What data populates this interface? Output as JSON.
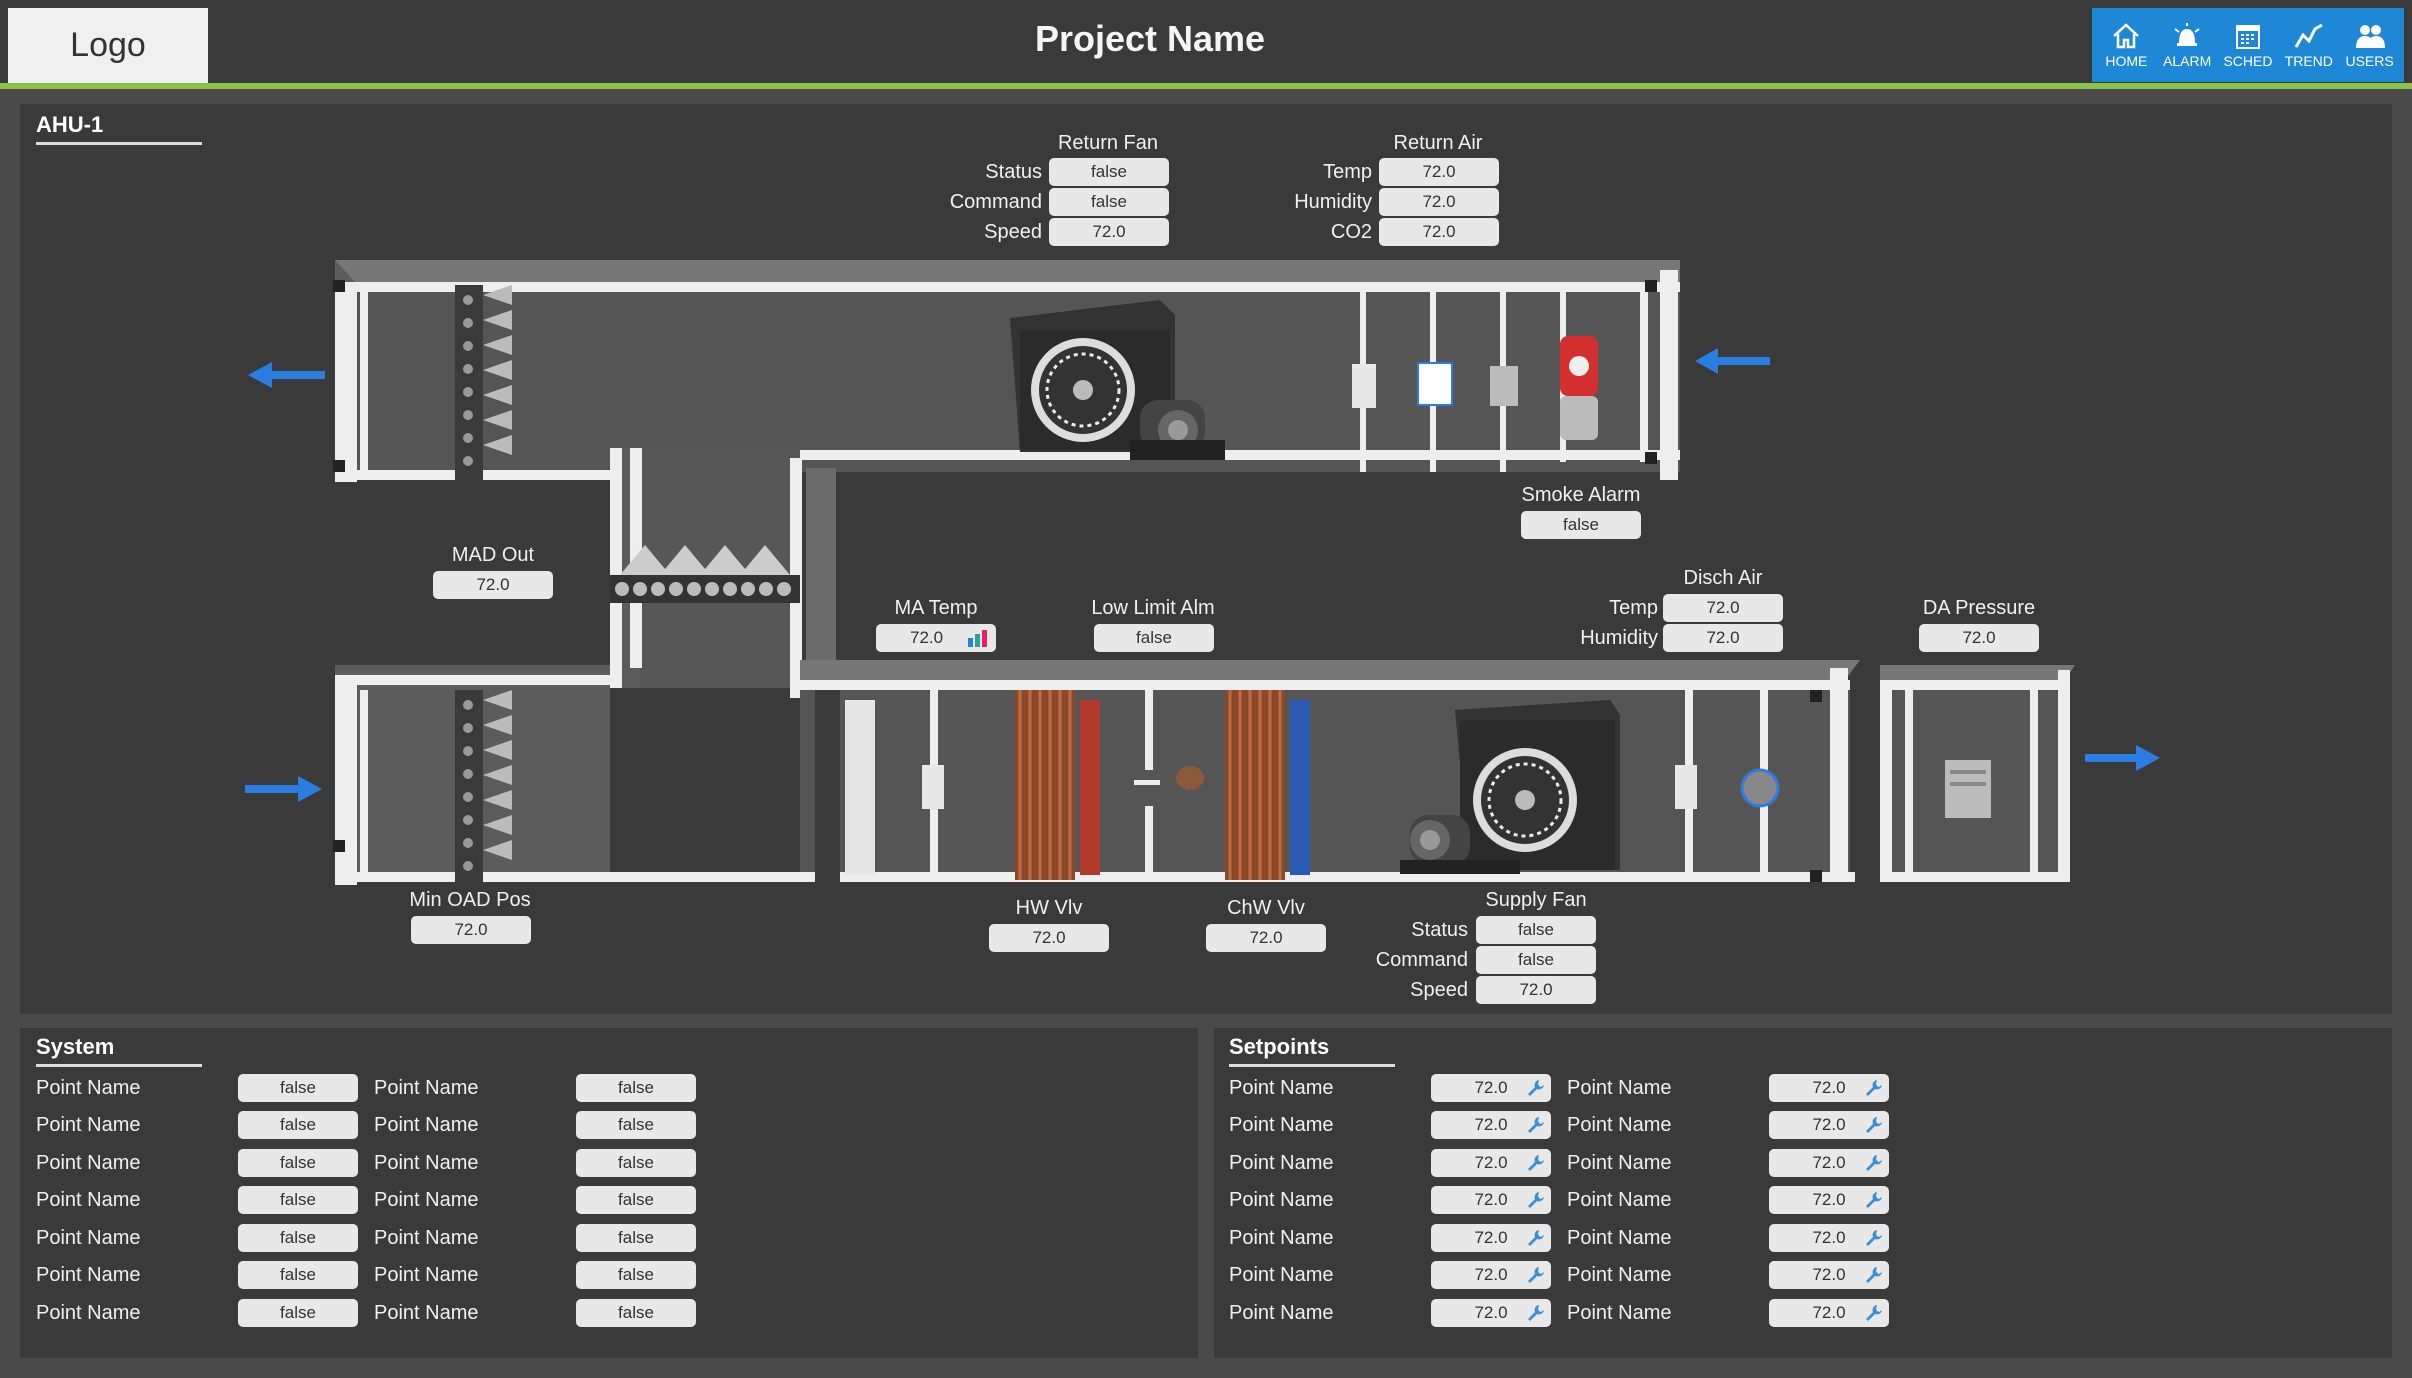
{
  "header": {
    "logo": "Logo",
    "title": "Project Name",
    "nav": [
      {
        "label": "HOME",
        "icon": "home-icon"
      },
      {
        "label": "ALARM",
        "icon": "alarm-icon"
      },
      {
        "label": "SCHED",
        "icon": "calendar-icon"
      },
      {
        "label": "TREND",
        "icon": "trend-icon"
      },
      {
        "label": "USERS",
        "icon": "users-icon"
      }
    ]
  },
  "ahu": {
    "title": "AHU-1",
    "return_fan": {
      "title": "Return Fan",
      "status_label": "Status",
      "status": "false",
      "command_label": "Command",
      "command": "false",
      "speed_label": "Speed",
      "speed": "72.0"
    },
    "return_air": {
      "title": "Return Air",
      "temp_label": "Temp",
      "temp": "72.0",
      "humidity_label": "Humidity",
      "humidity": "72.0",
      "co2_label": "CO2",
      "co2": "72.0"
    },
    "smoke_alarm": {
      "label": "Smoke Alarm",
      "value": "false"
    },
    "mad_out": {
      "label": "MAD Out",
      "value": "72.0"
    },
    "ma_temp": {
      "label": "MA Temp",
      "value": "72.0"
    },
    "low_limit": {
      "label": "Low Limit Alm",
      "value": "false"
    },
    "disch_air": {
      "title": "Disch Air",
      "temp_label": "Temp",
      "temp": "72.0",
      "humidity_label": "Humidity",
      "humidity": "72.0"
    },
    "da_pressure": {
      "label": "DA Pressure",
      "value": "72.0"
    },
    "min_oad": {
      "label": "Min OAD Pos",
      "value": "72.0"
    },
    "hw_vlv": {
      "label": "HW Vlv",
      "value": "72.0"
    },
    "chw_vlv": {
      "label": "ChW Vlv",
      "value": "72.0"
    },
    "supply_fan": {
      "title": "Supply Fan",
      "status_label": "Status",
      "status": "false",
      "command_label": "Command",
      "command": "false",
      "speed_label": "Speed",
      "speed": "72.0"
    }
  },
  "system": {
    "title": "System",
    "rows": [
      {
        "name1": "Point Name",
        "val1": "false",
        "name2": "Point Name",
        "val2": "false"
      },
      {
        "name1": "Point Name",
        "val1": "false",
        "name2": "Point Name",
        "val2": "false"
      },
      {
        "name1": "Point Name",
        "val1": "false",
        "name2": "Point Name",
        "val2": "false"
      },
      {
        "name1": "Point Name",
        "val1": "false",
        "name2": "Point Name",
        "val2": "false"
      },
      {
        "name1": "Point Name",
        "val1": "false",
        "name2": "Point Name",
        "val2": "false"
      },
      {
        "name1": "Point Name",
        "val1": "false",
        "name2": "Point Name",
        "val2": "false"
      },
      {
        "name1": "Point Name",
        "val1": "false",
        "name2": "Point Name",
        "val2": "false"
      }
    ]
  },
  "setpoints": {
    "title": "Setpoints",
    "rows": [
      {
        "name1": "Point Name",
        "val1": "72.0",
        "name2": "Point Name",
        "val2": "72.0"
      },
      {
        "name1": "Point Name",
        "val1": "72.0",
        "name2": "Point Name",
        "val2": "72.0"
      },
      {
        "name1": "Point Name",
        "val1": "72.0",
        "name2": "Point Name",
        "val2": "72.0"
      },
      {
        "name1": "Point Name",
        "val1": "72.0",
        "name2": "Point Name",
        "val2": "72.0"
      },
      {
        "name1": "Point Name",
        "val1": "72.0",
        "name2": "Point Name",
        "val2": "72.0"
      },
      {
        "name1": "Point Name",
        "val1": "72.0",
        "name2": "Point Name",
        "val2": "72.0"
      },
      {
        "name1": "Point Name",
        "val1": "72.0",
        "name2": "Point Name",
        "val2": "72.0"
      }
    ]
  },
  "colors": {
    "accent_green": "#8bc34a",
    "nav_blue": "#1e88d6",
    "airflow_blue": "#2a7de1",
    "panel": "#3a3a3a",
    "value_box": "#e8e8e8"
  }
}
